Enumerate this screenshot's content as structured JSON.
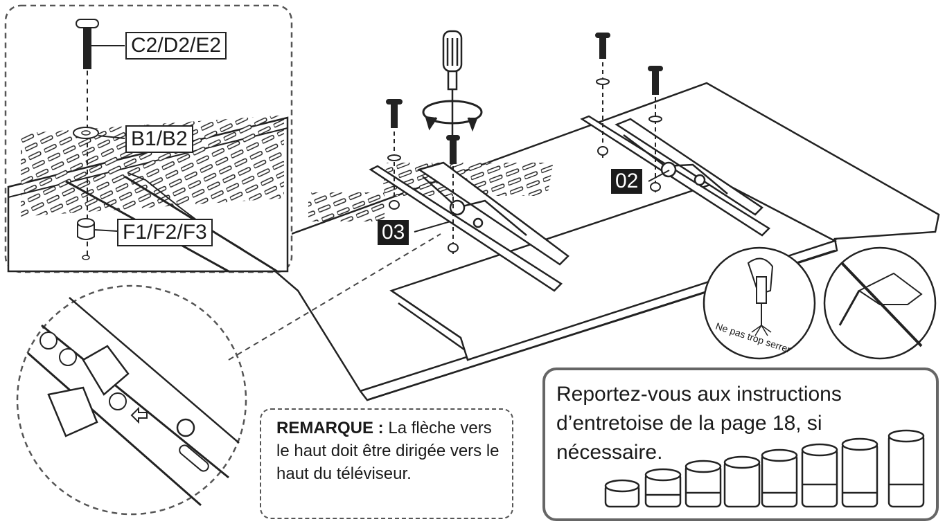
{
  "labels": {
    "screw": "C2/D2/E2",
    "washer": "B1/B2",
    "spacer": "F1/F2/F3"
  },
  "badges": {
    "right_bracket": "02",
    "left_bracket": "03"
  },
  "circle_text": "Ne pas trop serrer",
  "note": {
    "heading": "REMARQUE :",
    "body": "La flèche vers le haut doit être dirigée vers le haut du téléviseur."
  },
  "reference": {
    "text": "Reportez-vous aux instructions d’entretoise de la page 18, si nécessaire."
  },
  "icons": [
    "screwdriver-icon",
    "rotate-arrow-icon",
    "hand-screwdriver-icon",
    "power-drill-prohibited-icon",
    "up-arrow-icon"
  ]
}
